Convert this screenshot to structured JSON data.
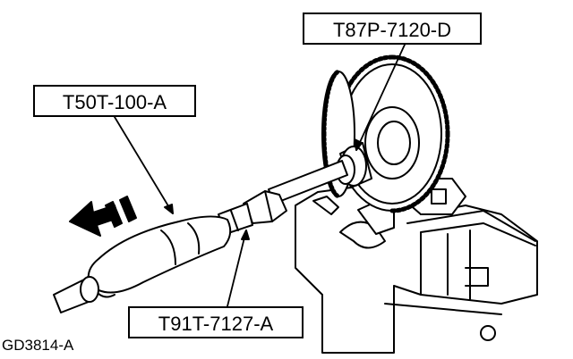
{
  "callouts": {
    "gear_tool": "T87P-7120-D",
    "handle_tool": "T50T-100-A",
    "adapter_tool": "T91T-7127-A"
  },
  "figure_id": "GD3814-A"
}
